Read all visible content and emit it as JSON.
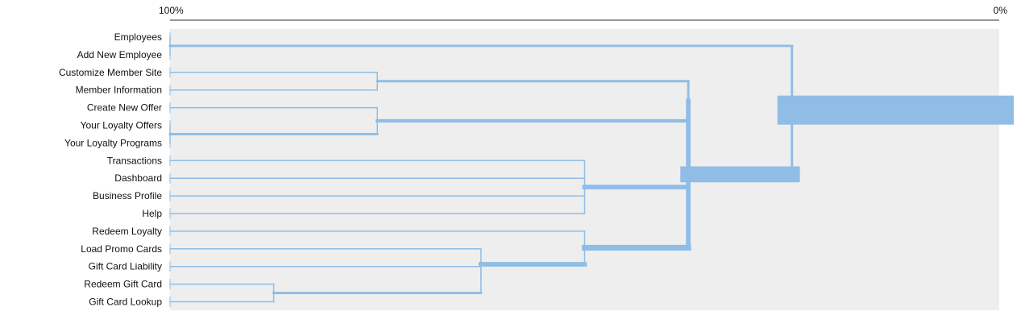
{
  "chart_data": {
    "type": "dendrogram",
    "axis": {
      "left_label": "100%",
      "right_label": "0%",
      "min": 0,
      "max": 100,
      "reversed": true
    },
    "leaves": [
      "Employees",
      "Add New Employee",
      "Customize Member Site",
      "Member Information",
      "Create New Offer",
      "Your Loyalty Offers",
      "Your Loyalty Programs",
      "Transactions",
      "Dashboard",
      "Business Profile",
      "Help",
      "Redeem Loyalty",
      "Load Promo Cards",
      "Gift Card Liability",
      "Redeem Gift Card",
      "Gift Card Lookup"
    ],
    "merges": [
      {
        "id": "m_emp",
        "children": [
          "Employees",
          "Add New Employee"
        ],
        "similarity": 100
      },
      {
        "id": "m_loy",
        "children": [
          "Your Loyalty Offers",
          "Your Loyalty Programs"
        ],
        "similarity": 100
      },
      {
        "id": "m_site",
        "children": [
          "Customize Member Site",
          "Member Information"
        ],
        "similarity": 75
      },
      {
        "id": "m_offer",
        "children": [
          "Create New Offer",
          "m_loy"
        ],
        "similarity": 75
      },
      {
        "id": "m_gift2",
        "children": [
          "Redeem Gift Card",
          "Gift Card Lookup"
        ],
        "similarity": 87.5
      },
      {
        "id": "m_gift3",
        "children": [
          "Gift Card Liability",
          "m_gift2"
        ],
        "similarity": 62.5
      },
      {
        "id": "m_gift4",
        "children": [
          "Load Promo Cards",
          "m_gift3"
        ],
        "similarity": 62.5
      },
      {
        "id": "m_tx",
        "children": [
          "Transactions",
          "Dashboard",
          "Business Profile",
          "Help"
        ],
        "similarity": 50
      },
      {
        "id": "m_redeem",
        "children": [
          "Redeem Loyalty",
          "m_gift4"
        ],
        "similarity": 50
      },
      {
        "id": "m_mem",
        "children": [
          "m_site",
          "m_offer"
        ],
        "similarity": 37.5
      },
      {
        "id": "m_ops",
        "children": [
          "m_mem",
          "m_tx",
          "m_redeem"
        ],
        "similarity": 37.5
      },
      {
        "id": "m_root",
        "children": [
          "m_emp",
          "m_ops"
        ],
        "similarity": 25
      }
    ],
    "root_extends_to": 0,
    "colors": {
      "line": "#8fbde5",
      "plot_background": "#eeeeee",
      "axis": "#333333",
      "text": "#111111"
    }
  }
}
